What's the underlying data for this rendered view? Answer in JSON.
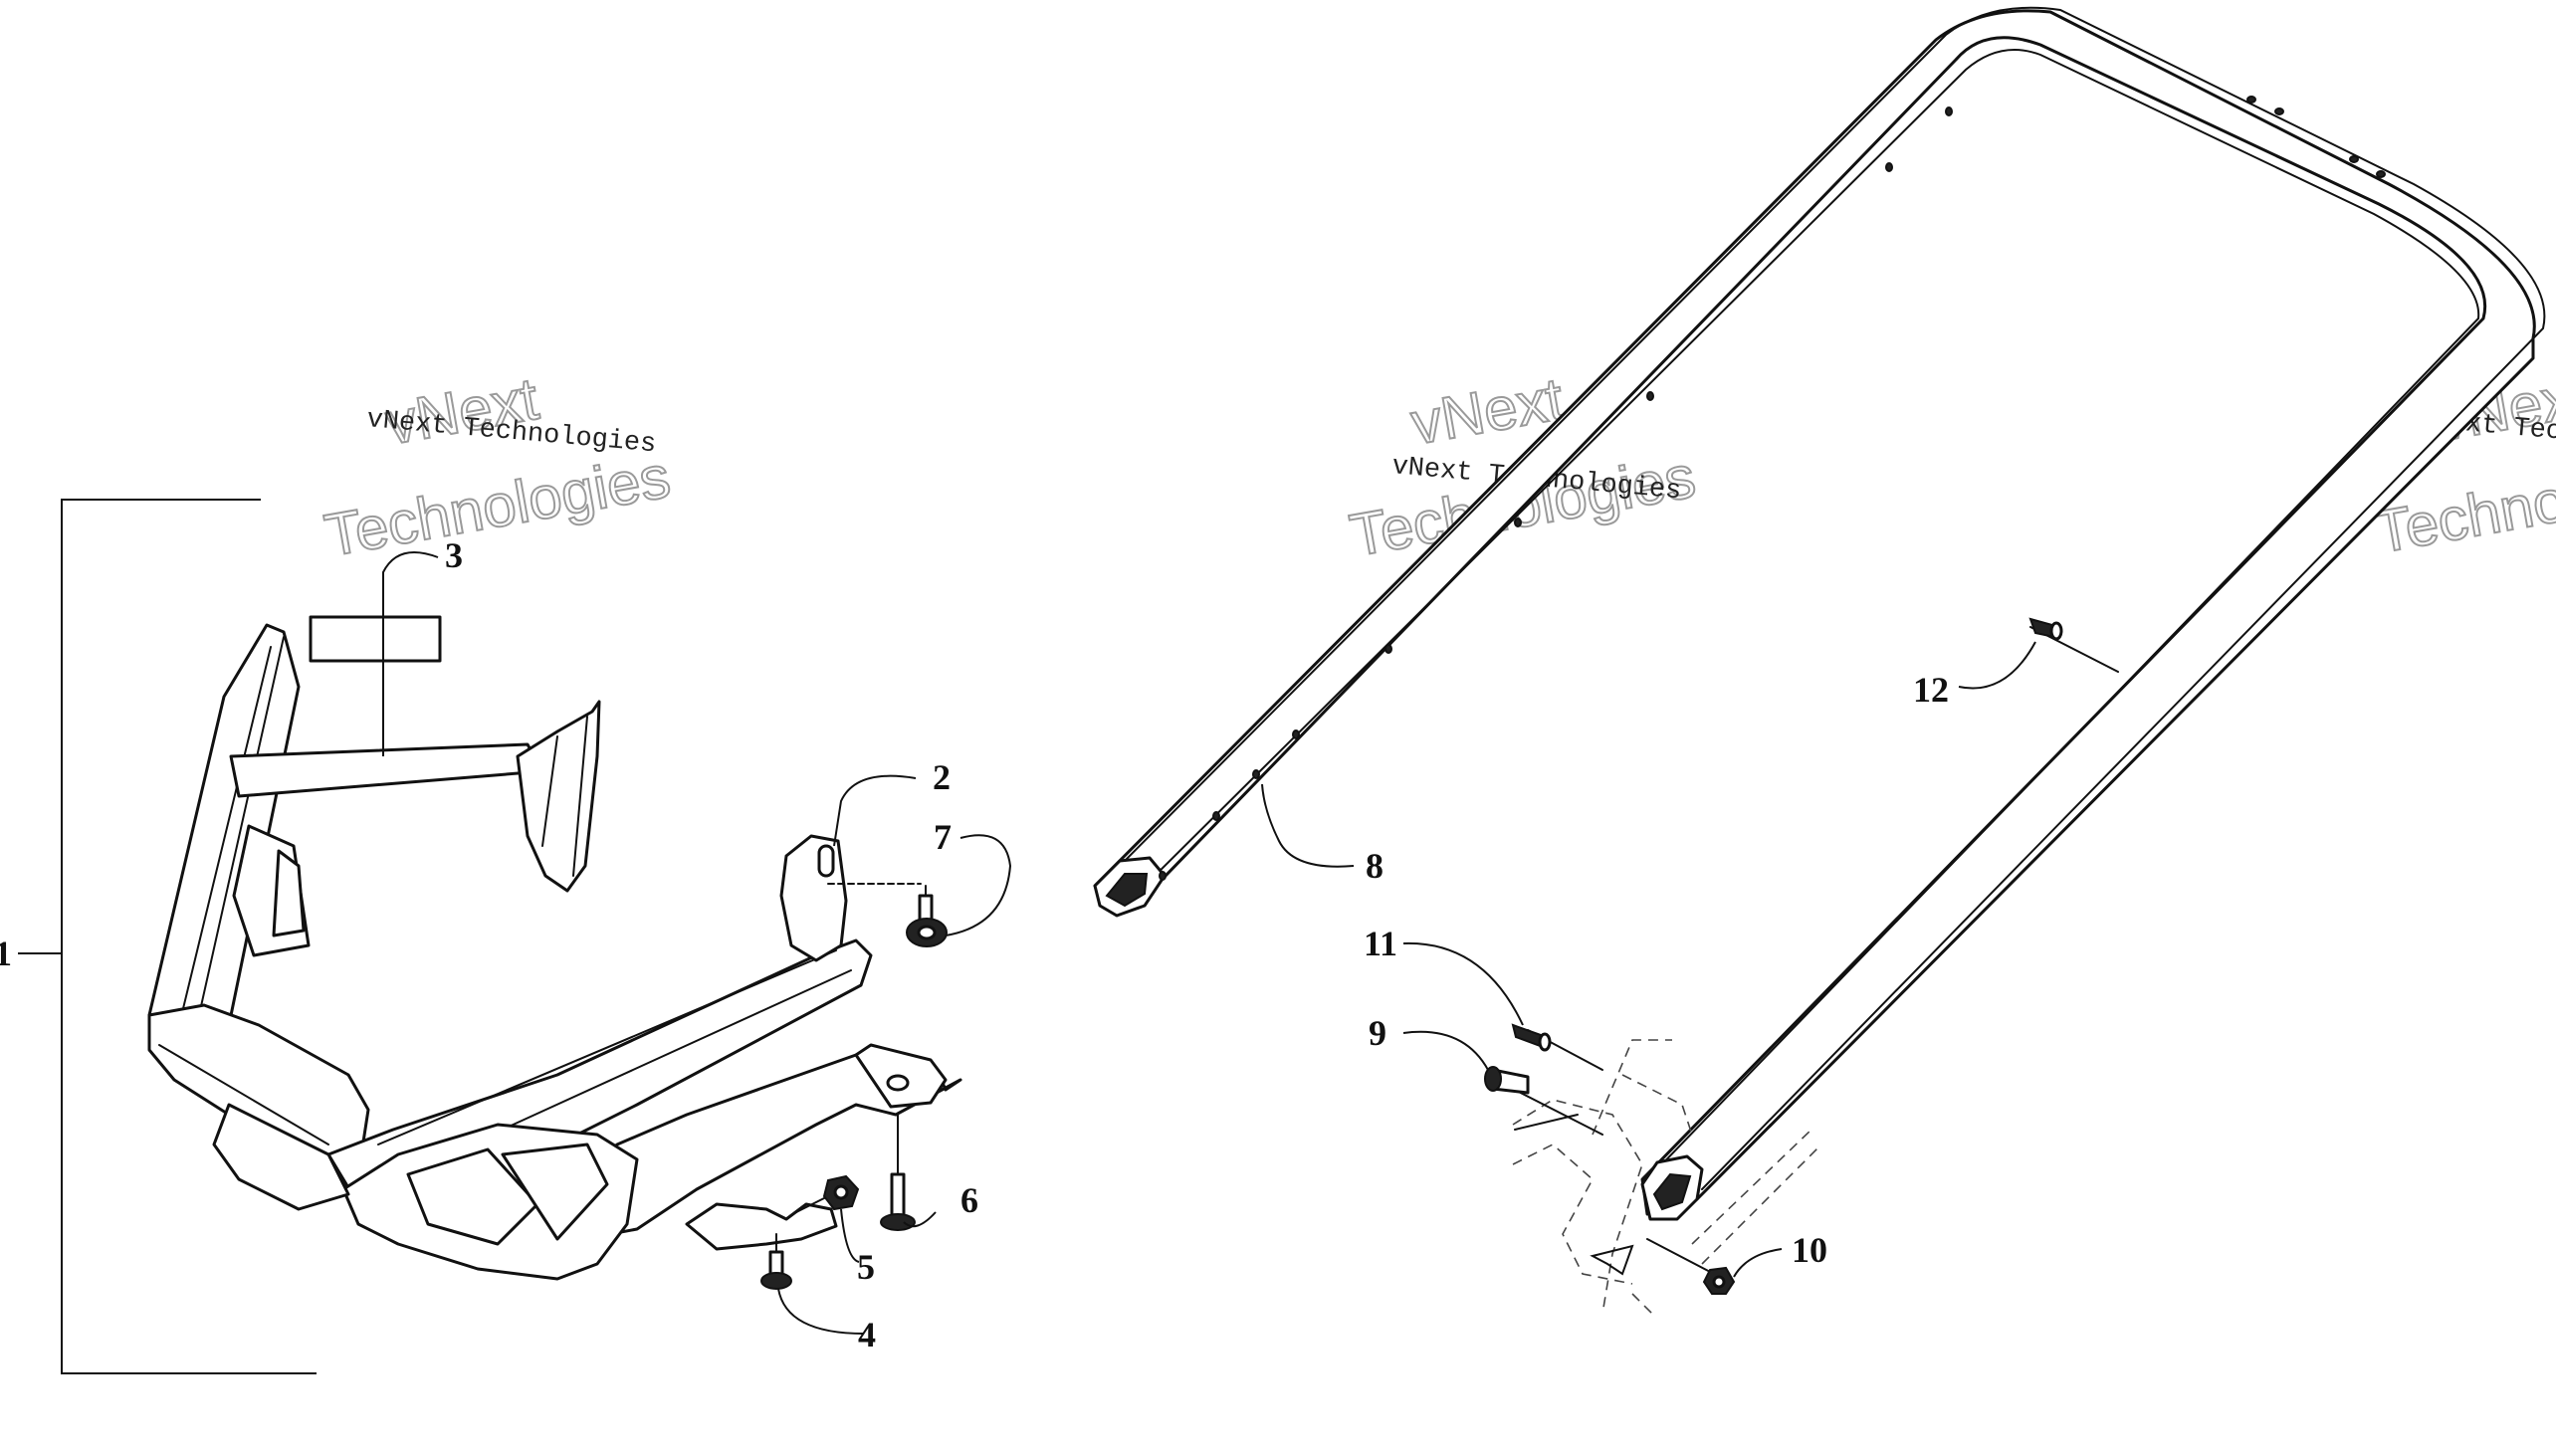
{
  "watermark": {
    "line1": "vNext Technologies",
    "big_top": "vNext",
    "big_bottom": "Technologies"
  },
  "callouts": {
    "c1": "1",
    "c2": "2",
    "c3": "3",
    "c4": "4",
    "c5": "5",
    "c6": "6",
    "c7": "7",
    "c8": "8",
    "c9": "9",
    "c10": "10",
    "c11": "11",
    "c12": "12"
  }
}
